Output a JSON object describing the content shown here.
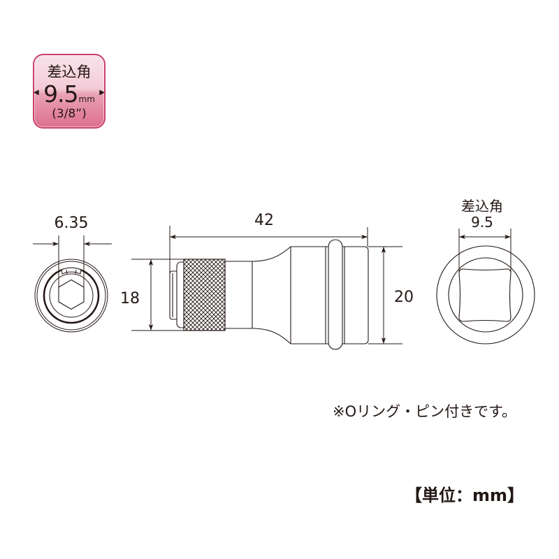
{
  "badge": {
    "label": "差込角",
    "size": "9.5",
    "unit": "mm",
    "inch": "(3/8”)",
    "arrow_left": "◀",
    "arrow_right": "▶"
  },
  "dimensions": {
    "hex_width": "6.35",
    "overall_length": "42",
    "tail_diameter": "18",
    "head_diameter": "20",
    "drive_label": "差込角",
    "drive_size": "9.5"
  },
  "note": "※Oリング・ピン付きです。",
  "unit_label": "【単位：mm】",
  "colors": {
    "badge_border": "#c8406a",
    "badge_top": "#f9e3ea",
    "badge_bottom": "#dd6f8d",
    "line": "#231815",
    "background": "#ffffff"
  }
}
